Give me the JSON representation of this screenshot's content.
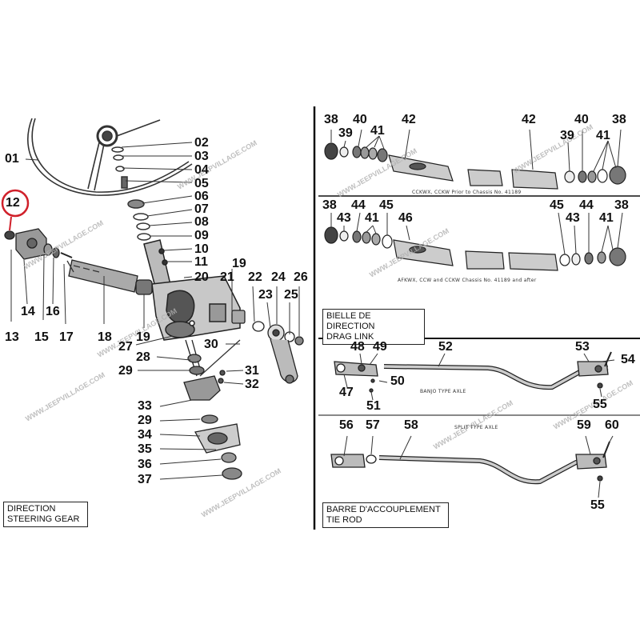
{
  "panels": {
    "steering": {
      "title_fr": "DIRECTION",
      "title_en": "STEERING GEAR"
    },
    "drag_link": {
      "title_fr": "BIELLE DE DIRECTION",
      "title_en": "DRAG LINK",
      "caption_top": "CCKWX, CCKW Prior to Chassis No. 41189",
      "caption_bottom": "AFKWX, CCW and CCKW Chassis No. 41189 and after"
    },
    "tie_rod": {
      "title_fr": "BARRE D'ACCOUPLEMENT",
      "title_en": "TIE ROD",
      "caption_top": "BANJO TYPE AXLE",
      "caption_bottom": "SPLIT TYPE AXLE"
    }
  },
  "watermark": "WWW.JEEPVILLAGE.COM",
  "highlight": {
    "part": "12",
    "color": "#d0202a"
  },
  "colors": {
    "line": "#333333",
    "ink": "#111111"
  },
  "part_labels": [
    "01",
    "02",
    "03",
    "04",
    "05",
    "06",
    "07",
    "08",
    "09",
    "10",
    "11",
    "12",
    "13",
    "14",
    "15",
    "16",
    "17",
    "18",
    "19",
    "19b",
    "20",
    "21",
    "22",
    "23",
    "24",
    "25",
    "26",
    "27",
    "28",
    "29",
    "29b",
    "30",
    "31",
    "32",
    "33",
    "34",
    "35",
    "36",
    "37",
    "38",
    "39",
    "40",
    "41",
    "42",
    "42b",
    "39b",
    "40b",
    "41b",
    "38b",
    "38c",
    "43",
    "44",
    "41c",
    "45",
    "46",
    "45b",
    "43b",
    "44b",
    "41d",
    "38d",
    "48",
    "49",
    "52",
    "53",
    "54",
    "50",
    "47",
    "51",
    "55",
    "56",
    "57",
    "58",
    "59",
    "60",
    "55b"
  ],
  "labels": {
    "01": "01",
    "02": "02",
    "03": "03",
    "04": "04",
    "05": "05",
    "06": "06",
    "07": "07",
    "08": "08",
    "09": "09",
    "10": "10",
    "11": "11",
    "12": "12",
    "13": "13",
    "14": "14",
    "15": "15",
    "16": "16",
    "17": "17",
    "18": "18",
    "19": "19",
    "19b": "19",
    "20": "20",
    "21": "21",
    "22": "22",
    "23": "23",
    "24": "24",
    "25": "25",
    "26": "26",
    "27": "27",
    "28": "28",
    "29": "29",
    "29b": "29",
    "30": "30",
    "31": "31",
    "32": "32",
    "33": "33",
    "34": "34",
    "35": "35",
    "36": "36",
    "37": "37",
    "38": "38",
    "39": "39",
    "40": "40",
    "41": "41",
    "42": "42",
    "42b": "42",
    "39b": "39",
    "40b": "40",
    "41b": "41",
    "38b": "38",
    "38c": "38",
    "43": "43",
    "44": "44",
    "41c": "41",
    "45": "45",
    "46": "46",
    "45b": "45",
    "43b": "43",
    "44b": "44",
    "41d": "41",
    "38d": "38",
    "48": "48",
    "49": "49",
    "52": "52",
    "53": "53",
    "54": "54",
    "50": "50",
    "47": "47",
    "51": "51",
    "55": "55",
    "56": "56",
    "57": "57",
    "58": "58",
    "59": "59",
    "60": "60",
    "55b": "55"
  }
}
